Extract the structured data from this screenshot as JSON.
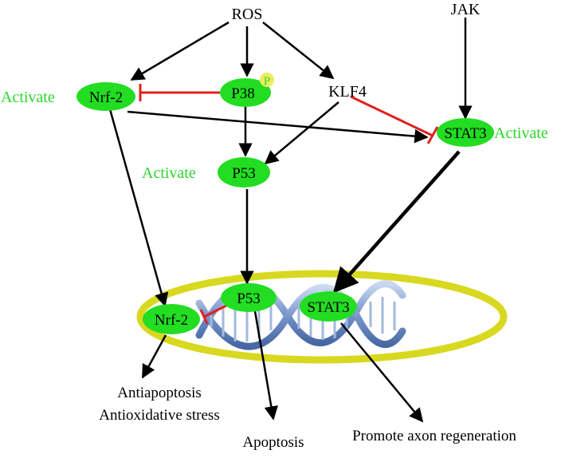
{
  "nodes": {
    "ros": "ROS",
    "jak": "JAK",
    "nrf2_top": "Nrf-2",
    "p38": "P38",
    "p38_marker": "P",
    "klf4": "KLF4",
    "stat3_top": "STAT3",
    "p53_mid": "P53",
    "nrf2_nucleus": "Nrf-2",
    "p53_nucleus": "P53",
    "stat3_nucleus": "STAT3"
  },
  "labels": {
    "activate_nrf2": "Activate",
    "activate_stat3": "Activate",
    "activate_p53": "Activate"
  },
  "outcomes": {
    "antiapoptosis": "Antiapoptosis",
    "antioxidative": "Antioxidative stress",
    "apoptosis": "Apoptosis",
    "axon": "Promote axon regeneration"
  },
  "colors": {
    "node_fill": "#22dd22",
    "activate_text": "#2bd62b",
    "inhibit": "#e02020",
    "arrow": "#000000",
    "nucleus_ring": "#d8d820",
    "dna": "#7a9bd0"
  }
}
